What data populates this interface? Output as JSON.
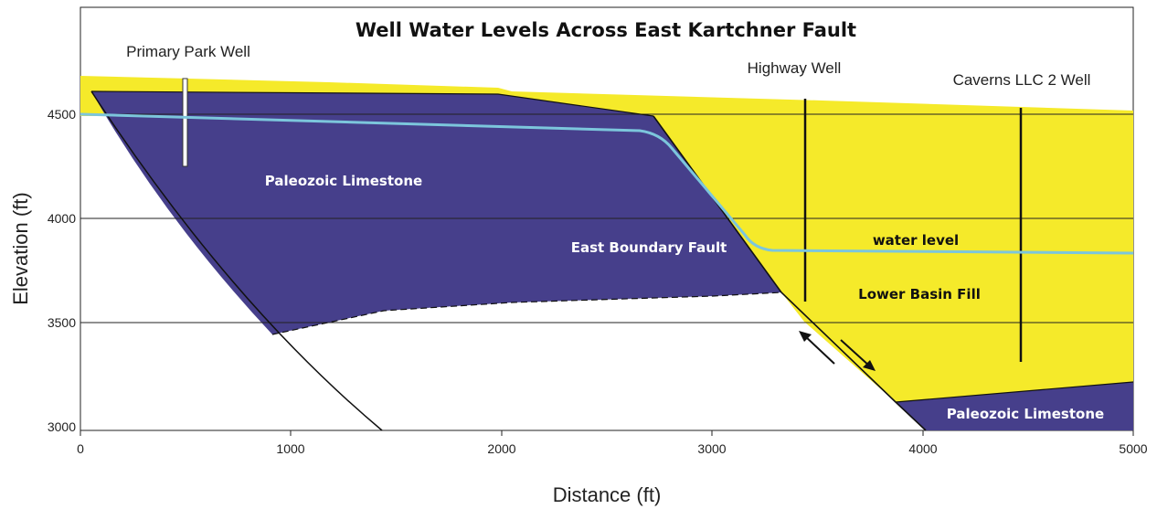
{
  "title": "Well Water Levels Across East Kartchner Fault",
  "x_axis": {
    "label": "Distance (ft)",
    "ticks": [
      "0",
      "1000",
      "2000",
      "3000",
      "4000",
      "5000"
    ]
  },
  "y_axis": {
    "label": "Elevation (ft)",
    "ticks": [
      "4500",
      "4000",
      "3500",
      "3000"
    ]
  },
  "wells": {
    "primary_park": "Primary Park Well",
    "highway": "Highway Well",
    "caverns": "Caverns LLC 2 Well"
  },
  "units": {
    "paleozoic_upper": "Paleozoic Limestone",
    "east_boundary_fault": "East Boundary Fault",
    "water_level": "water level",
    "lower_basin_fill": "Lower Basin Fill",
    "paleozoic_lower": "Paleozoic Limestone"
  },
  "colors": {
    "basin_fill": "#f5ea2a",
    "limestone": "#463f8b",
    "water_table": "#7cc6dc",
    "outline": "#111111"
  },
  "grid": true
}
